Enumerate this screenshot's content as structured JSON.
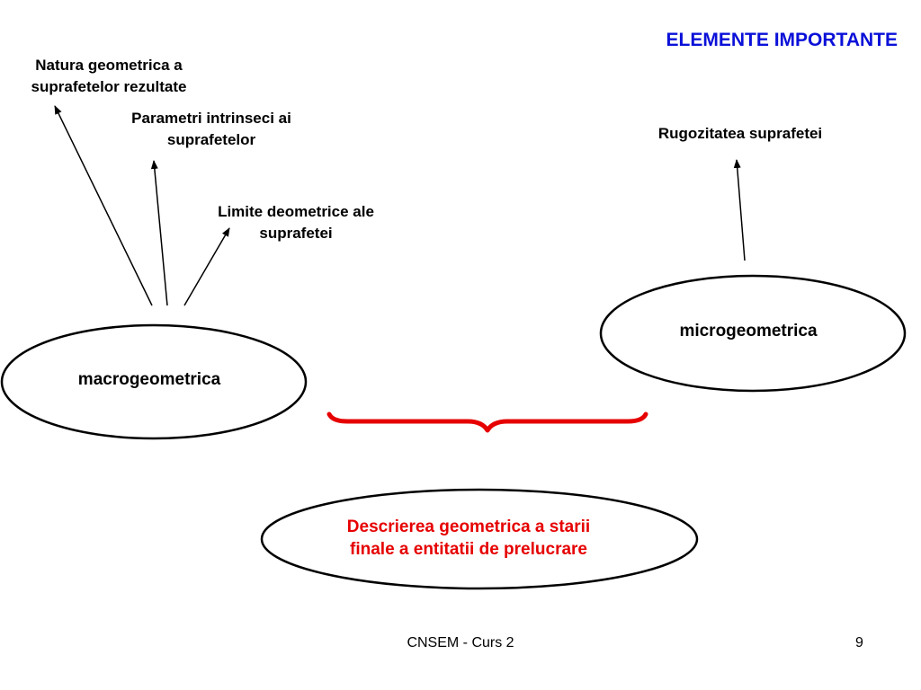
{
  "title": "ELEMENTE IMPORTANTE",
  "macro": {
    "label": "macrogeometrica",
    "branches": [
      {
        "line1": "Natura geometrica a",
        "line2": "suprafetelor rezultate"
      },
      {
        "line1": "Parametri intrinseci ai",
        "line2": "suprafetelor"
      },
      {
        "line1": "Limite deometrice ale",
        "line2": "suprafetei"
      }
    ]
  },
  "micro": {
    "label": "microgeometrica",
    "branch": "Rugozitatea suprafetei"
  },
  "result": {
    "line1": "Descrierea geometrica a starii",
    "line2": "finale a entitatii de prelucrare"
  },
  "footer": {
    "course": "CNSEM - Curs 2",
    "page": "9"
  },
  "colors": {
    "title": "#0a10d8",
    "brace": "#e60000",
    "result_text": "#e60000"
  }
}
